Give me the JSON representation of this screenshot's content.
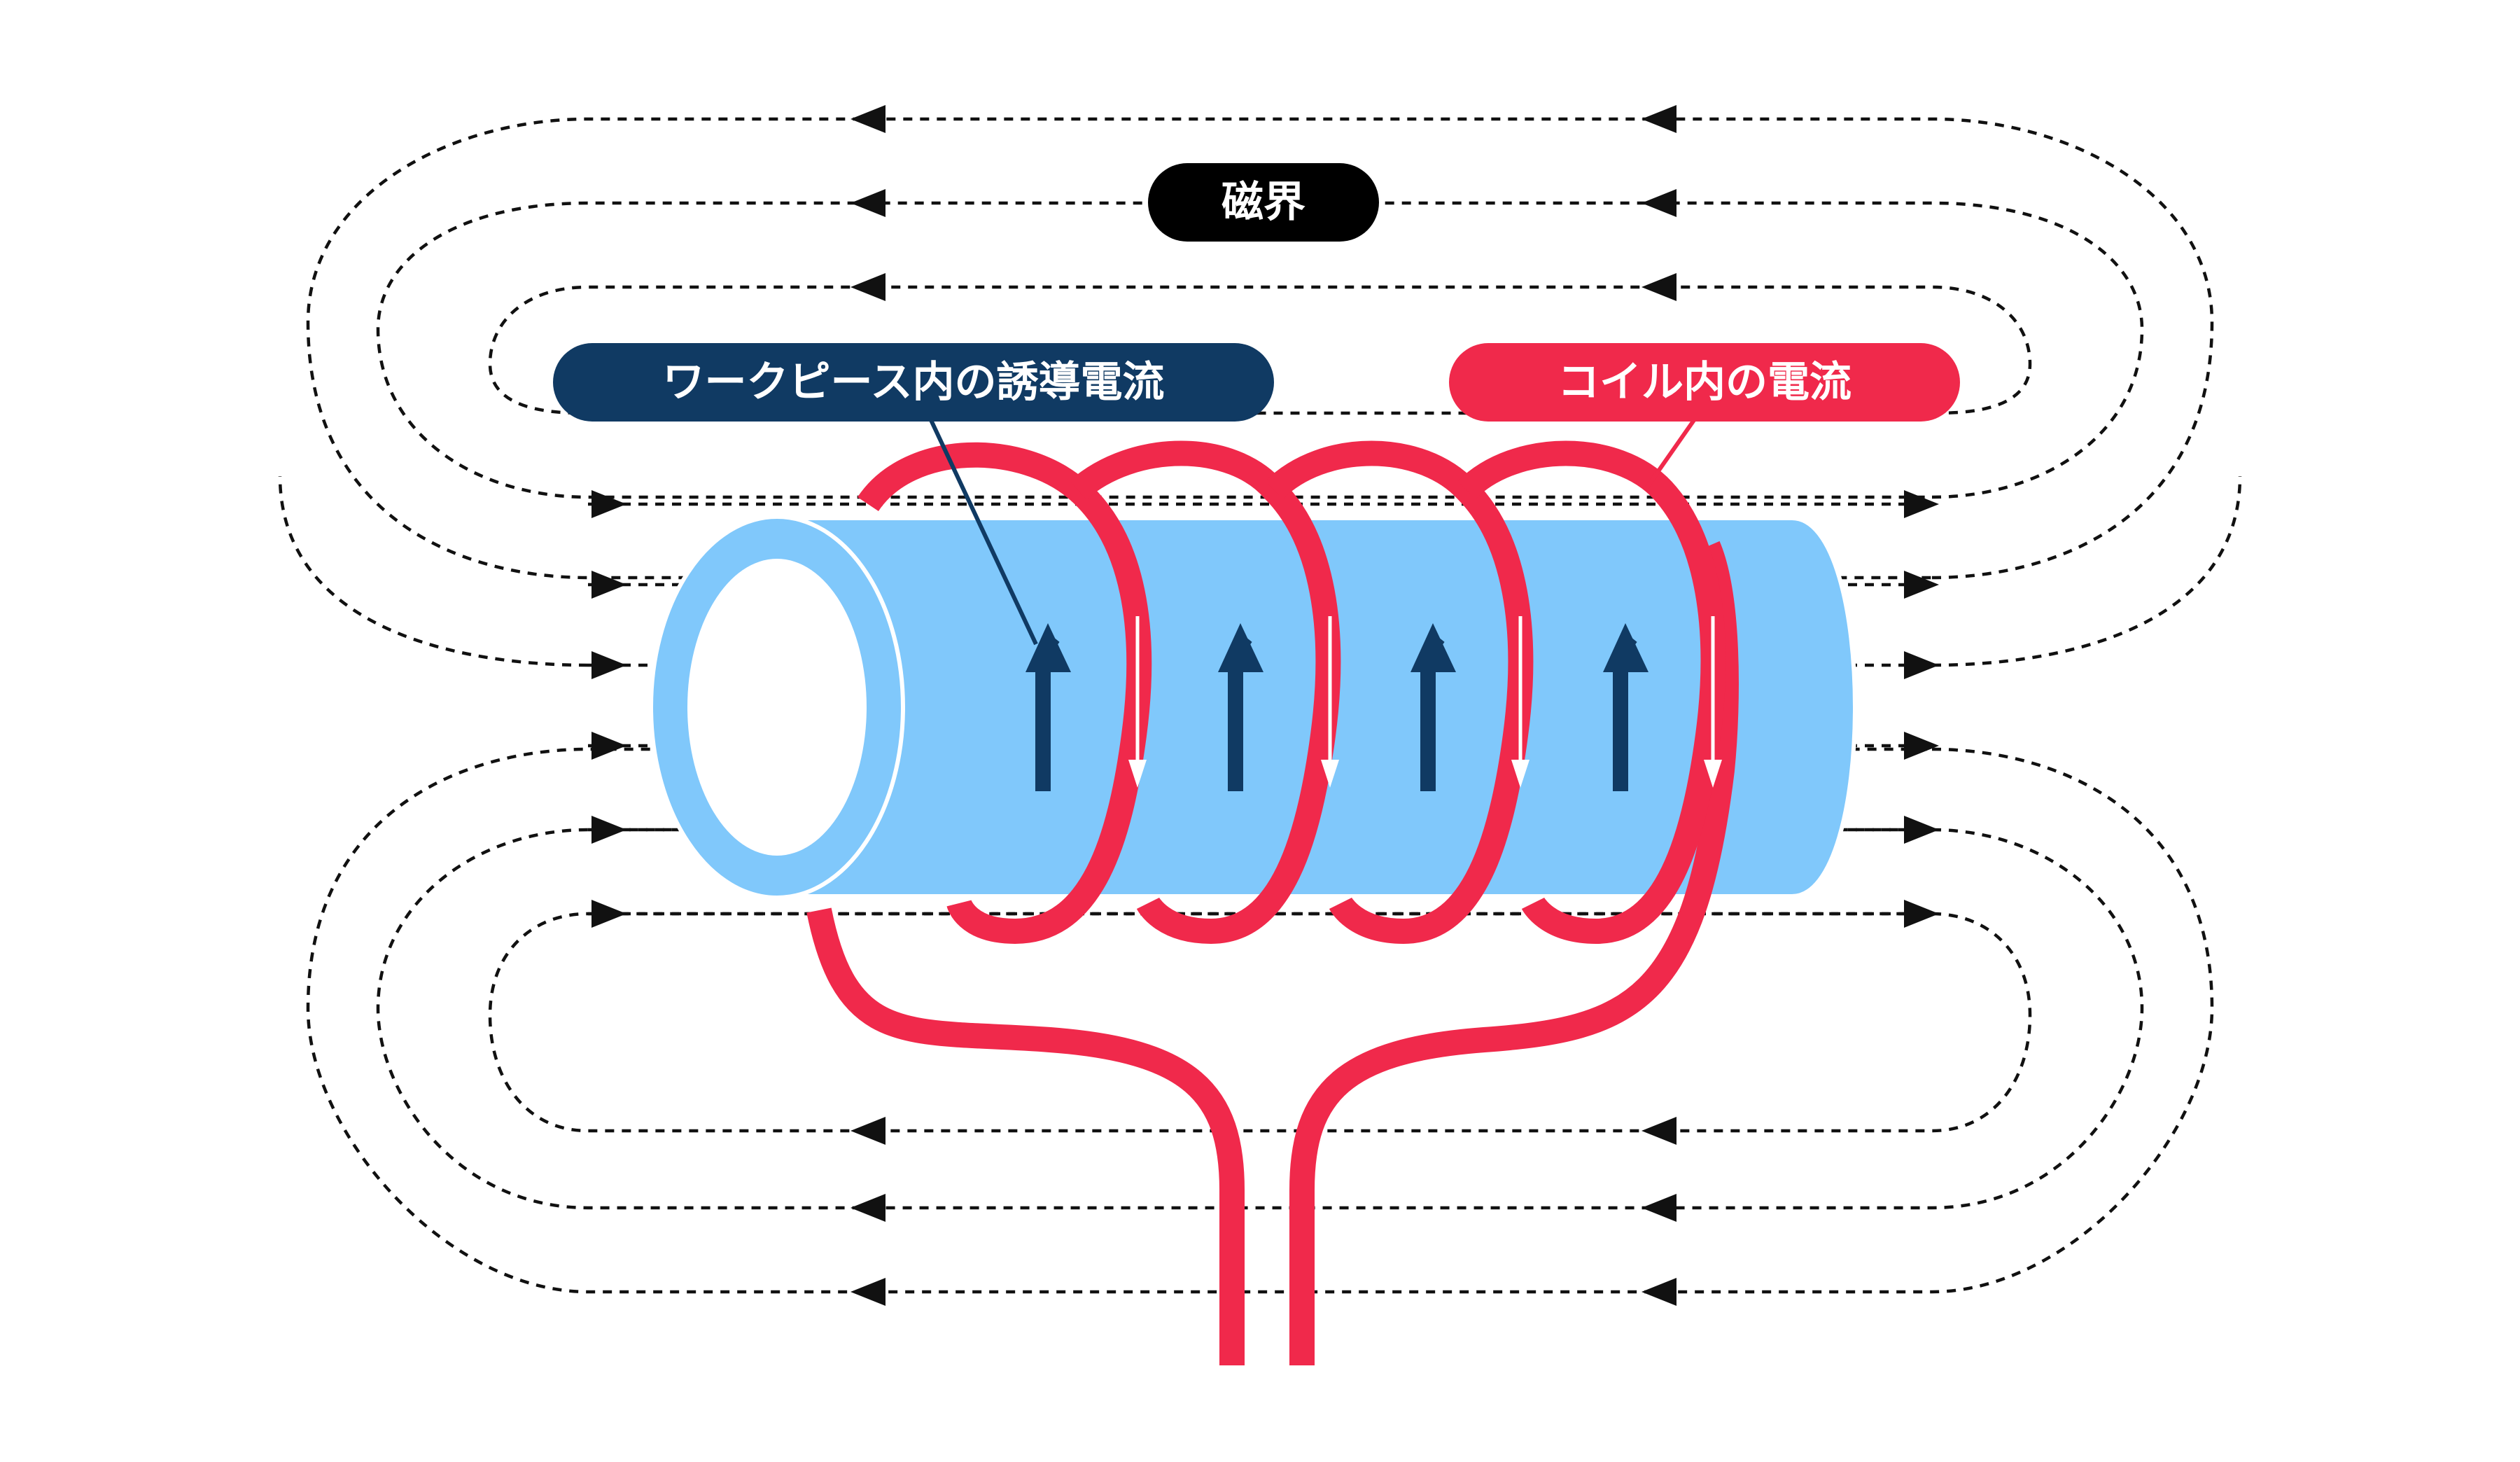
{
  "labels": {
    "magnetic_field": "磁界",
    "induced_current": "ワークピース内の誘導電流",
    "coil_current": "コイル内の電流"
  },
  "colors": {
    "background": "#ffffff",
    "field_line": "#111111",
    "workpiece_body": "#80c8fb",
    "workpiece_inner": "#ffffff",
    "coil": "#f0294b",
    "induced_current_arrow": "#103a63",
    "label_dark": "#103a63",
    "label_red": "#f0294b",
    "label_black": "#000000"
  },
  "icons": {
    "field_arrow": "triangle-arrowhead",
    "current_arrow": "curved-arrow-up",
    "coil_arrow": "arrow-down"
  }
}
